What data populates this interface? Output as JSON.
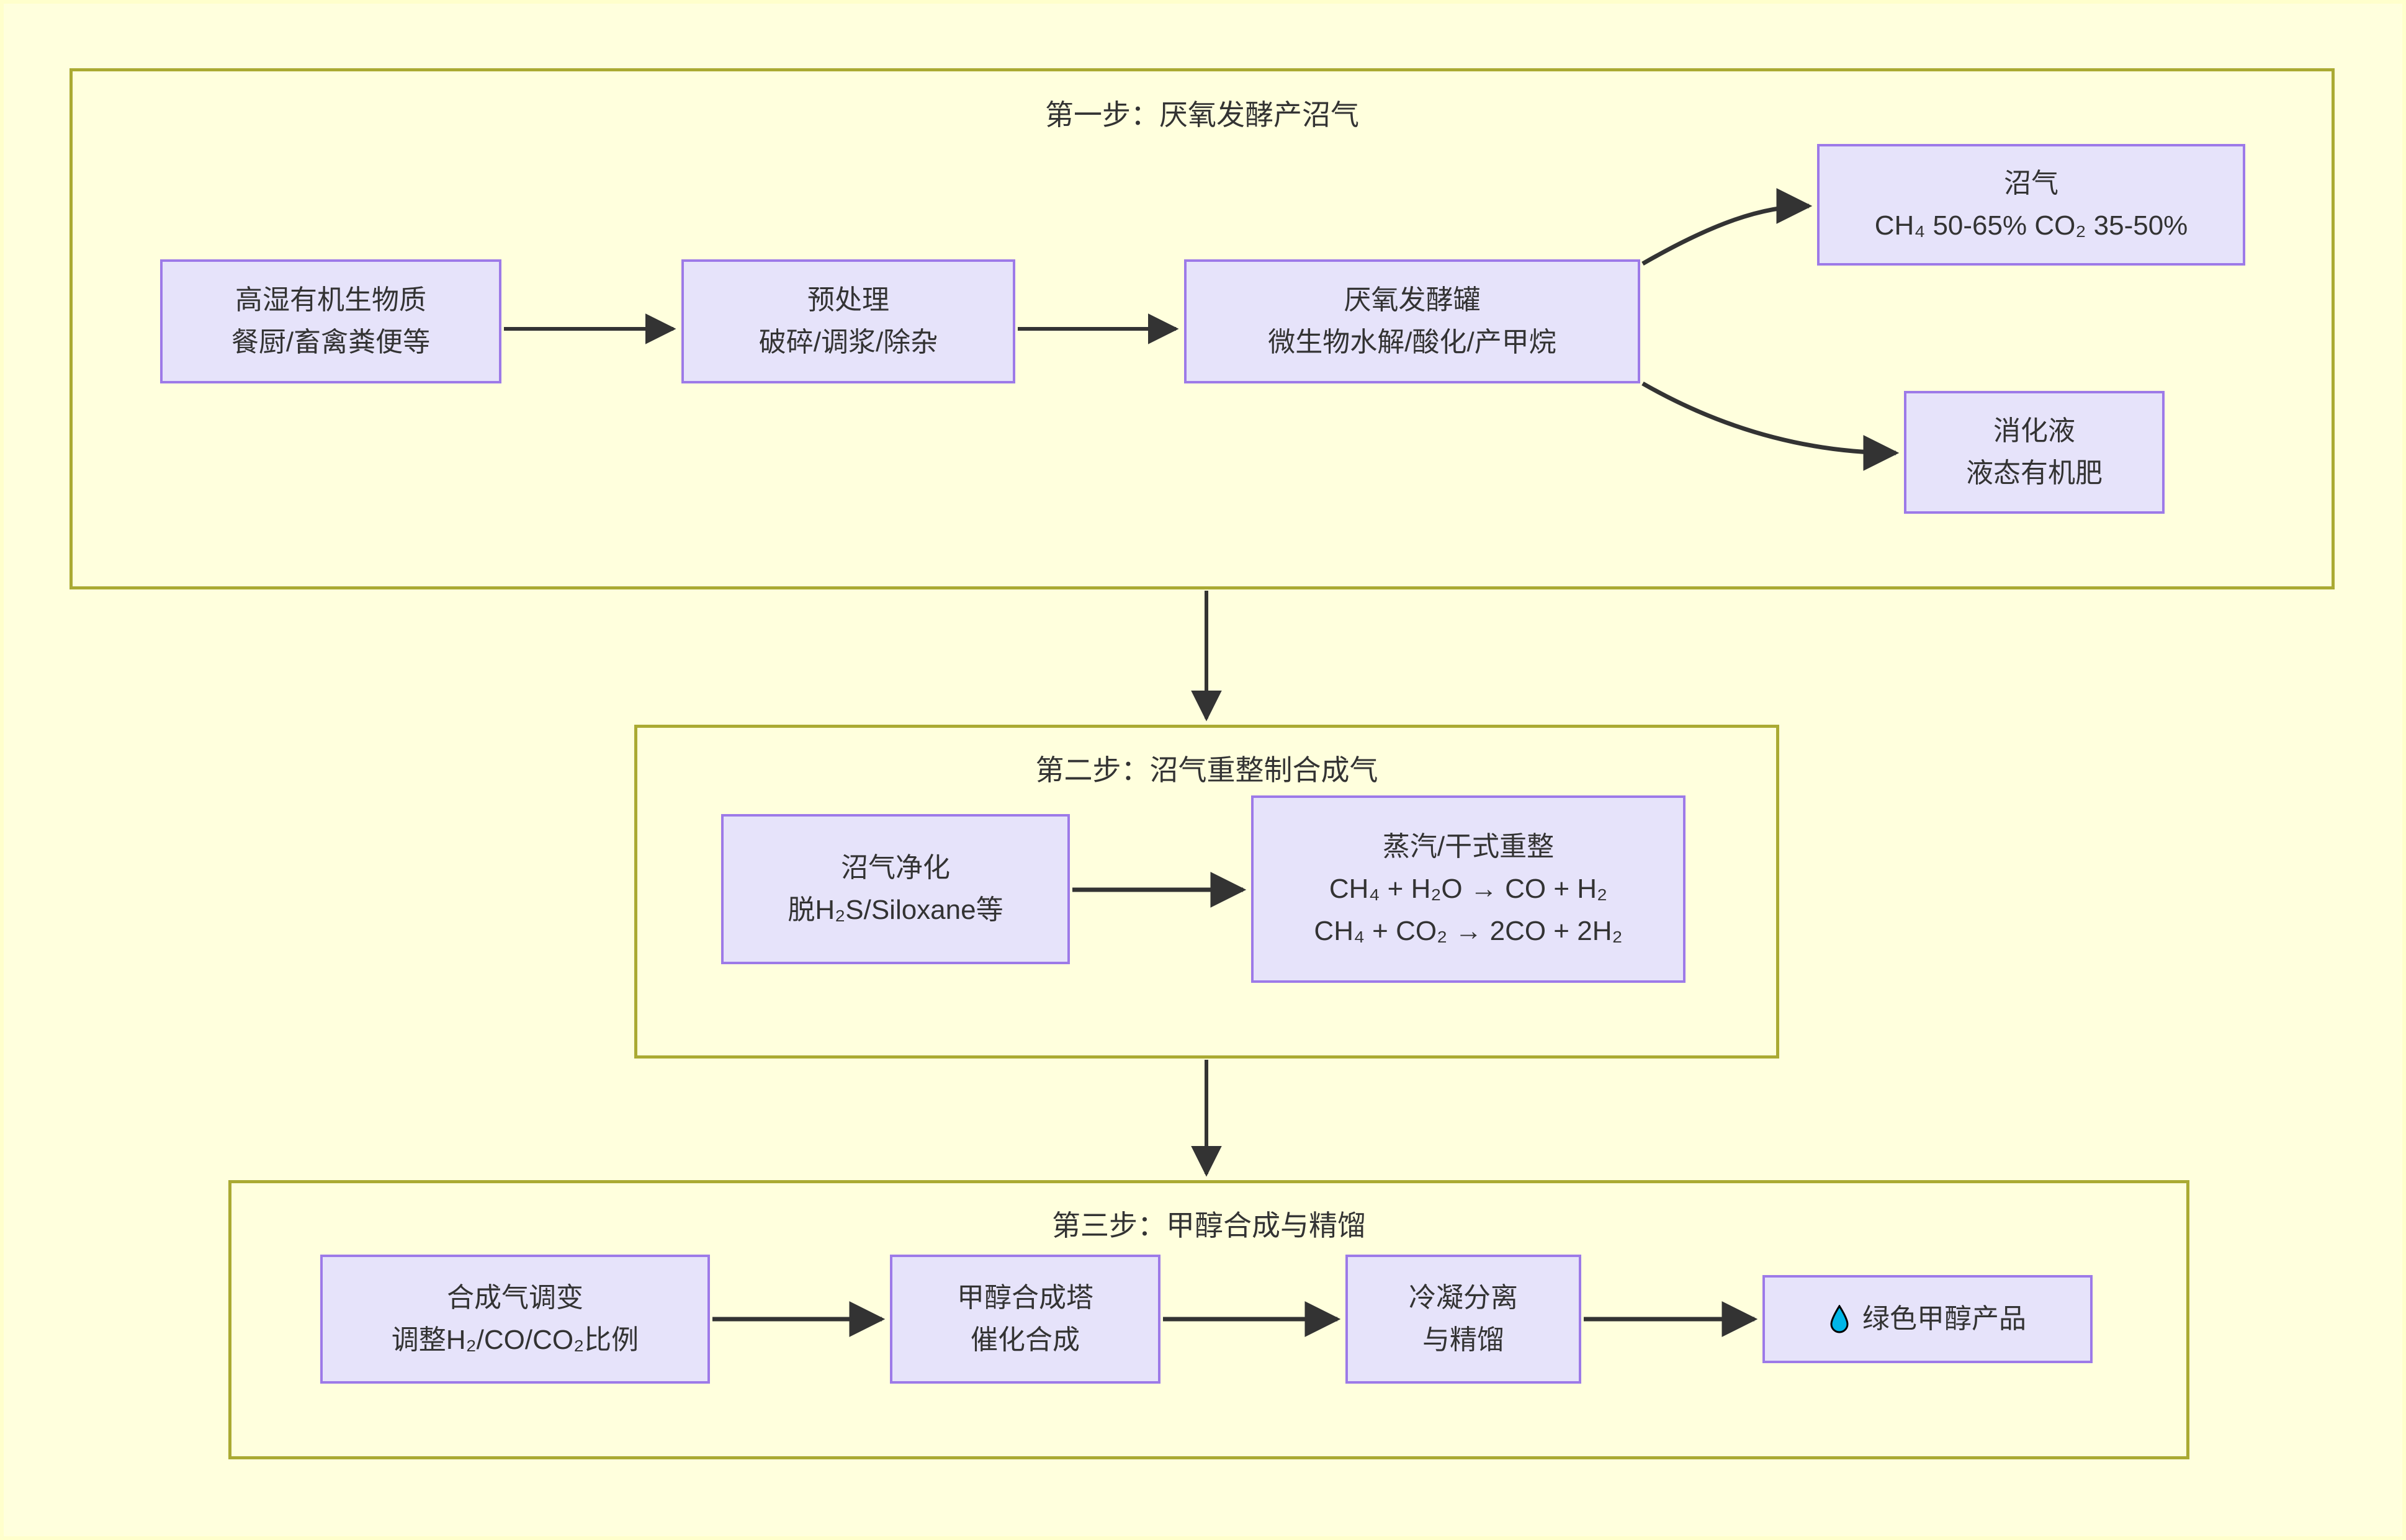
{
  "diagram": {
    "background_color": "#ffffdd",
    "group_border_color": "#aaaa33",
    "node_fill_color": "#e6e3fa",
    "node_border_color": "#9d7ae8",
    "edge_color": "#333333",
    "text_color": "#333333"
  },
  "steps": [
    {
      "title": "第一步：厌氧发酵产沼气",
      "nodes": {
        "feedstock": {
          "line1": "高湿有机生物质",
          "line2": "餐厨/畜禽粪便等"
        },
        "pretreatment": {
          "line1": "预处理",
          "line2": "破碎/调浆/除杂"
        },
        "digester": {
          "line1": "厌氧发酵罐",
          "line2": "微生物水解/酸化/产甲烷"
        },
        "biogas": {
          "line1": "沼气",
          "line2": "CH₄ 50-65% CO₂ 35-50%"
        },
        "digestate": {
          "line1": "消化液",
          "line2": "液态有机肥"
        }
      }
    },
    {
      "title": "第二步：沼气重整制合成气",
      "nodes": {
        "purification": {
          "line1": "沼气净化",
          "line2": "脱H₂S/Siloxane等"
        },
        "reforming": {
          "line1": "蒸汽/干式重整",
          "line2": "CH₄ + H₂O → CO + H₂",
          "line3": "CH₄ + CO₂ → 2CO + 2H₂"
        }
      }
    },
    {
      "title": "第三步：甲醇合成与精馏",
      "nodes": {
        "shift": {
          "line1": "合成气调变",
          "line2": "调整H₂/CO/CO₂比例"
        },
        "synthesis": {
          "line1": "甲醇合成塔",
          "line2": "催化合成"
        },
        "separation": {
          "line1": "冷凝分离",
          "line2": "与精馏"
        },
        "product": {
          "icon": "water-drop-icon",
          "line1": "绿色甲醇产品"
        }
      }
    }
  ]
}
